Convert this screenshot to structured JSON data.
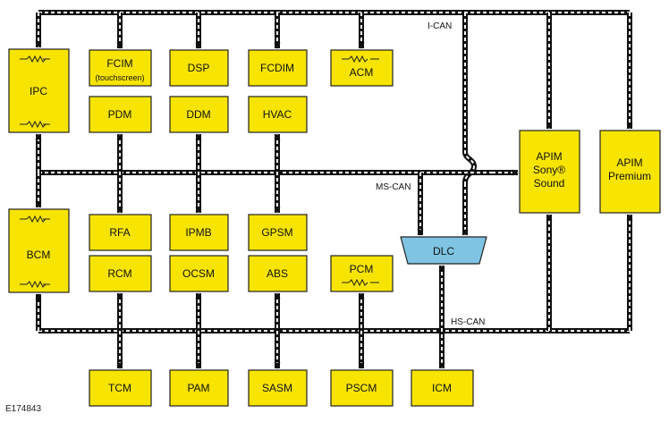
{
  "figure_id": "E174843",
  "buses": {
    "ican": "I-CAN",
    "mscan": "MS-CAN",
    "hscan": "HS-CAN"
  },
  "modules": {
    "ipc": "IPC",
    "bcm": "BCM",
    "fcim": "FCIM",
    "fcim_sub": "(touchscreen)",
    "dsp": "DSP",
    "fcdim": "FCDIM",
    "acm": "ACM",
    "pdm": "PDM",
    "ddm": "DDM",
    "hvac": "HVAC",
    "rfa": "RFA",
    "ipmb": "IPMB",
    "gpsm": "GPSM",
    "rcm": "RCM",
    "ocsm": "OCSM",
    "abs": "ABS",
    "pcm": "PCM",
    "tcm": "TCM",
    "pam": "PAM",
    "sasm": "SASM",
    "pscm": "PSCM",
    "icm": "ICM",
    "dlc": "DLC",
    "apim_sony": [
      "APIM",
      "Sony®",
      "Sound"
    ],
    "apim_premium": [
      "APIM",
      "Premium"
    ]
  },
  "colors": {
    "module_fill": "#f7e400",
    "dlc_fill": "#7fc4e3",
    "bus_line": "#111111"
  }
}
